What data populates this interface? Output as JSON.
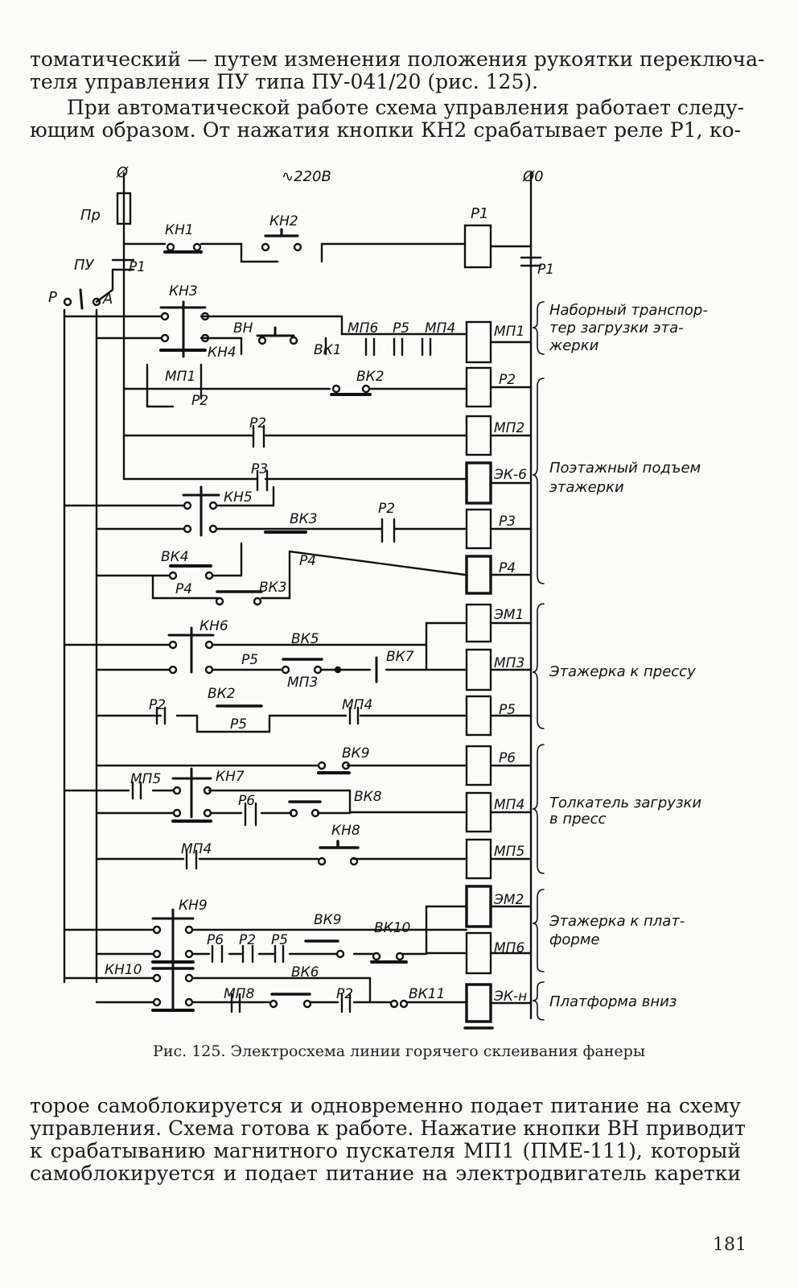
{
  "text_top": {
    "para1_lines": [
      "томатический — путем изменения положения рукоятки переключа-",
      "теля управления ПУ типа ПУ-041/20 (рис. 125)."
    ],
    "para2_lines": [
      "При автоматической работе схема управления работает следу-",
      "ющим образом. От нажатия кнопки КН2 срабатывает реле Р1, ко-"
    ]
  },
  "diagram": {
    "supply": {
      "left": "Ø",
      "voltage": "∿220В",
      "right": "Ø0"
    },
    "left_labels": {
      "fuse": "Пр",
      "switch": "ПУ",
      "switch_pos_r": "Р",
      "switch_pos_a": "А"
    },
    "elements": {
      "kn1": "КН1",
      "kn2": "КН2",
      "kn3": "КН3",
      "kn4": "КН4",
      "kn5": "КН5",
      "kn6": "КН6",
      "kn7": "КН7",
      "kn8": "КН8",
      "kn9": "КН9",
      "kn10": "КН10",
      "vn": "ВН",
      "vk1": "ВК1",
      "vk2": "ВК2",
      "vk3a": "ВК3",
      "vk3b": "ВК3",
      "vk4": "ВК4",
      "vk5": "ВК5",
      "vk6": "ВК6",
      "vk7": "ВК7",
      "vk8": "ВК8",
      "vk9a": "ВК9",
      "vk9b": "ВК9",
      "vk10": "ВК10",
      "vk11": "ВК11",
      "p1_contact": "Р1",
      "p1_contact_right": "Р1",
      "mp6": "МП6",
      "p5": "Р5",
      "mp4": "МП4",
      "mp1_contact": "МП1",
      "p2_a": "Р2",
      "p2_b": "Р2",
      "p3_contact": "Р3",
      "p2_c": "Р2",
      "p4_a": "Р4",
      "p4_b": "Р4",
      "p5_b": "Р5",
      "mp3_contact": "МП3",
      "p2_d": "Р2",
      "vk2_b": "ВК2",
      "p5_c": "Р5",
      "mp4_b": "МП4",
      "mp5_contact": "МП5",
      "p6_contact": "Р6",
      "mp4_c": "МП4",
      "p6_b": "Р6",
      "p2_e": "Р2",
      "p5_d": "Р5",
      "mp8": "МП8",
      "p2_f": "Р2"
    },
    "coils": [
      "Р1",
      "МП1",
      "Р2",
      "МП2",
      "ЭК-6",
      "Р3",
      "Р4",
      "ЭМ1",
      "МП3",
      "Р5",
      "Р6",
      "МП4",
      "МП5",
      "ЭМ2",
      "МП6",
      "ЭК-н"
    ],
    "groups": [
      {
        "lines": [
          "Наборный транспор-",
          "тер загрузки эта-",
          "жерки"
        ]
      },
      {
        "lines": [
          "Поэтажный подъем",
          "этажерки"
        ]
      },
      {
        "lines": [
          "Этажерка к прессу"
        ]
      },
      {
        "lines": [
          "Толкатель загрузки",
          "в пресс"
        ]
      },
      {
        "lines": [
          "Этажерка к плат-",
          "форме"
        ]
      },
      {
        "lines": [
          "Платформа вниз"
        ]
      }
    ]
  },
  "caption": "Рис. 125. Электросхема линии горячего склеивания фанеры",
  "text_bottom": {
    "para3_lines": [
      "торое самоблокируется и одновременно подает питание на схему",
      "управления. Схема готова к работе. Нажатие кнопки ВН приводит",
      "к срабатыванию магнитного пускателя МП1 (ПМЕ-111), который",
      "самоблокируется и подает питание на электродвигатель каретки"
    ]
  },
  "page_number": "181"
}
